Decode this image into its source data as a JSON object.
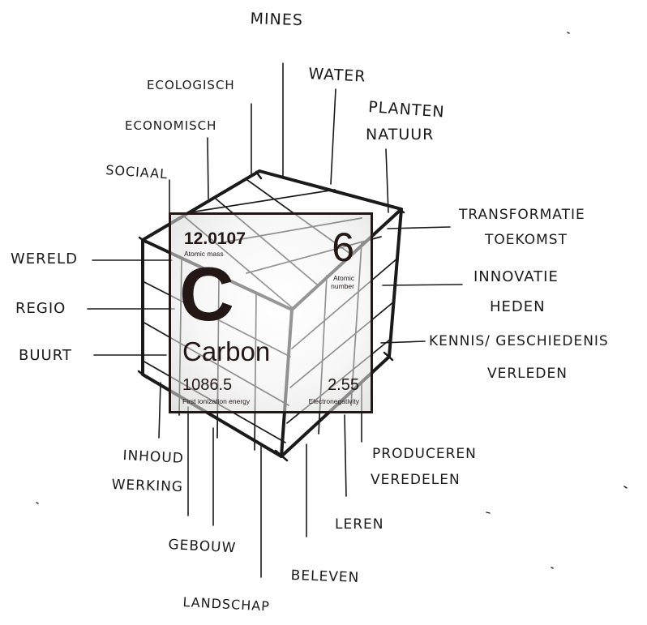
{
  "labels": {
    "top": [
      "MINES",
      "WATER",
      "ECOLOGISCH",
      "PLANTEN",
      "NATUUR",
      "ECONOMISCH",
      "SOCIAAL"
    ],
    "left": [
      "WERELD",
      "REGIO",
      "BUURT"
    ],
    "right": [
      "TRANSFORMATIE",
      "TOEKOMST",
      "INNOVATIE",
      "HEDEN",
      "KENNIS/ GESCHIEDENIS",
      "VERLEDEN"
    ],
    "bottom": [
      "INHOUD",
      "WERKING",
      "GEBOUW",
      "LANDSCHAP",
      "BELEVEN",
      "LEREN",
      "PRODUCEREN",
      "VEREDELEN"
    ]
  },
  "element": {
    "atomic_mass": "12.0107",
    "atomic_mass_label": "Atomic mass",
    "atomic_number": "6",
    "atomic_number_label_1": "Atomic",
    "atomic_number_label_2": "number",
    "symbol": "C",
    "name": "Carbon",
    "ionization_energy": "1086.5",
    "ionization_energy_label": "First ionization energy",
    "electronegativity": "2.55",
    "electronegativity_label": "Electronegativity"
  }
}
